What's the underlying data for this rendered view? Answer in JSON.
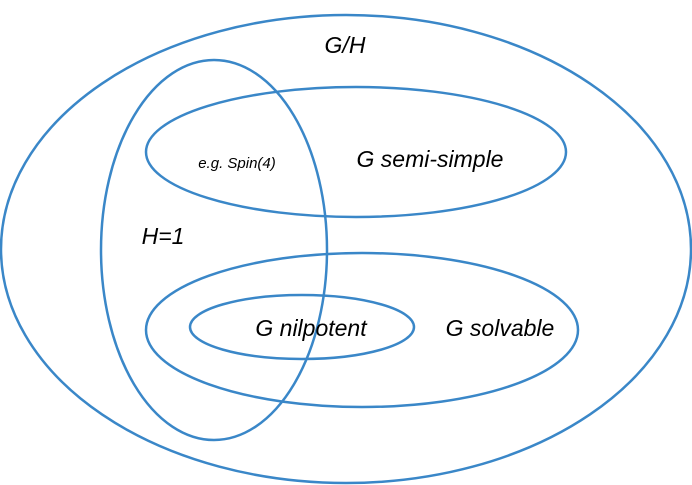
{
  "diagram": {
    "stroke_color": "#3a87c8",
    "labels": {
      "outer": "G/H",
      "trivial_h": "H=1",
      "example": "e.g. Spin(4)",
      "semisimple": "G semi-simple",
      "nilpotent": "G nilpotent",
      "solvable": "G solvable"
    }
  }
}
